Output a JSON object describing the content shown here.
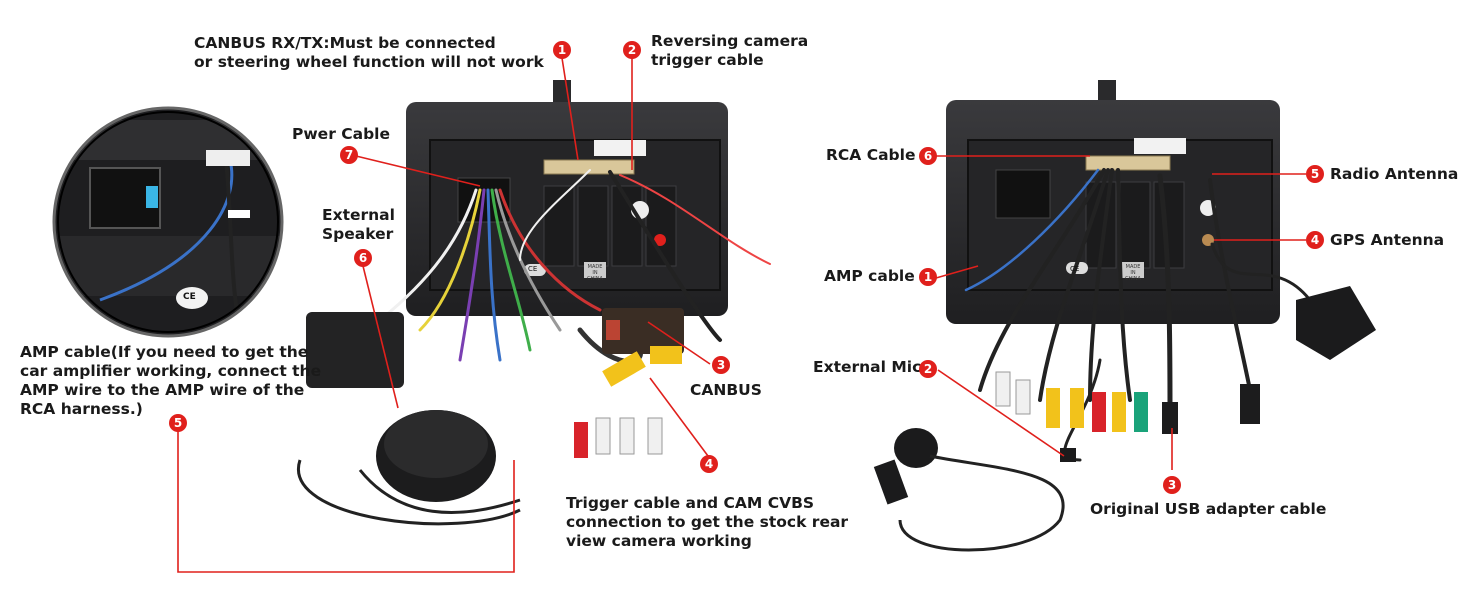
{
  "left_panel": {
    "labels": {
      "canbus_rx_tx": [
        "CANBUS RX/TX:Must be connected",
        "or steering wheel function will not work"
      ],
      "reversing_camera": [
        "Reversing camera",
        "trigger cable"
      ],
      "power_cable": "Pwer Cable",
      "external_speaker": [
        "External",
        "Speaker"
      ],
      "amp_cable_note": [
        "AMP cable(If you need to get the",
        "car amplifier working, connect the",
        "AMP wire to the AMP wire of the",
        "RCA harness.)"
      ],
      "canbus": "CANBUS",
      "trigger_cam": [
        "Trigger cable and CAM CVBS",
        "connection to get the stock rear",
        "view camera working"
      ]
    },
    "badges": {
      "b1": "1",
      "b2": "2",
      "b3": "3",
      "b4": "4",
      "b5": "5",
      "b6": "6",
      "b7": "7"
    },
    "inset_marking": "CE",
    "unit_marking": "CE",
    "sticker_made_in": "MADE IN CHINA"
  },
  "right_panel": {
    "labels": {
      "rca_cable": "RCA Cable",
      "radio_antenna": "Radio Antenna",
      "gps_antenna": "GPS Antenna",
      "amp_cable": "AMP cable",
      "external_mic": "External Mic",
      "usb_adapter": "Original USB adapter cable"
    },
    "badges": {
      "b6": "6",
      "b5": "5",
      "b4": "4",
      "b1": "1",
      "b2": "2",
      "b3": "3"
    },
    "unit_marking": "CE",
    "sticker_made_in": "MADE IN CHINA"
  },
  "colors": {
    "accent_red": "#e0201c",
    "unit_body": "#2b2b2d",
    "rca_yellow": "#f2c21b",
    "rca_red": "#d8232a",
    "rca_white": "#f0f0f0",
    "rca_green": "#1aa37a"
  }
}
